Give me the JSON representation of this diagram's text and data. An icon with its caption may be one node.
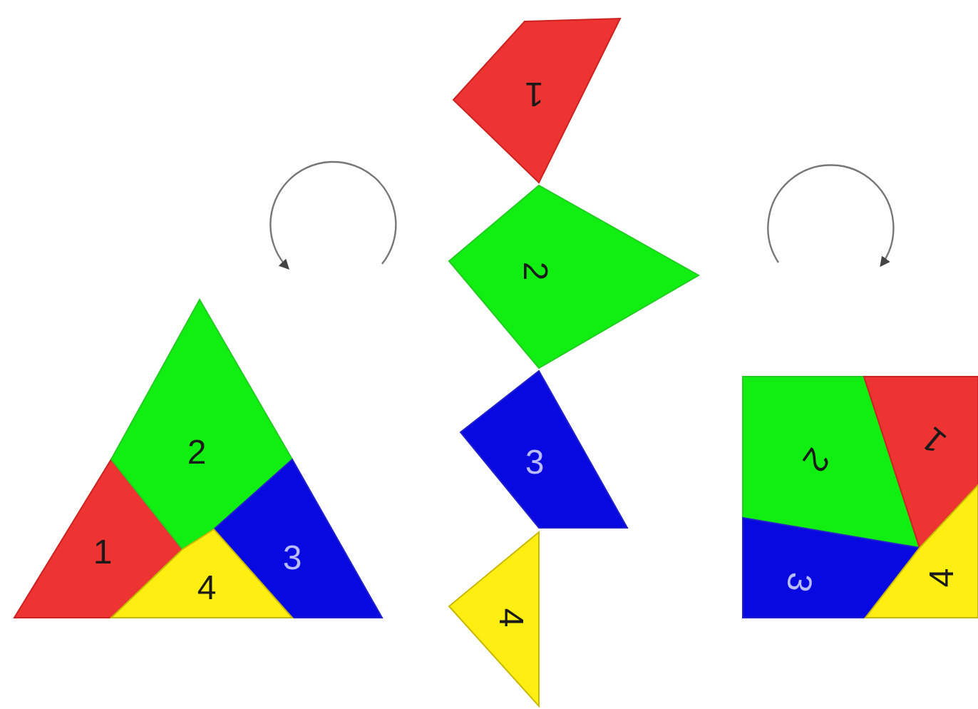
{
  "diagram": {
    "nodes": [
      {
        "text": [
          "1"
        ]
      },
      {
        "text": [
          "2"
        ]
      },
      {
        "text": [
          "3"
        ]
      },
      {
        "text": [
          "4"
        ]
      },
      {
        "text": [
          "1"
        ]
      },
      {
        "text": [
          "2"
        ]
      },
      {
        "text": [
          "3"
        ]
      },
      {
        "text": [
          "4"
        ]
      },
      {
        "text": [
          "2"
        ]
      },
      {
        "text": [
          "1"
        ]
      },
      {
        "text": [
          "3"
        ]
      },
      {
        "text": [
          "4"
        ]
      }
    ]
  }
}
